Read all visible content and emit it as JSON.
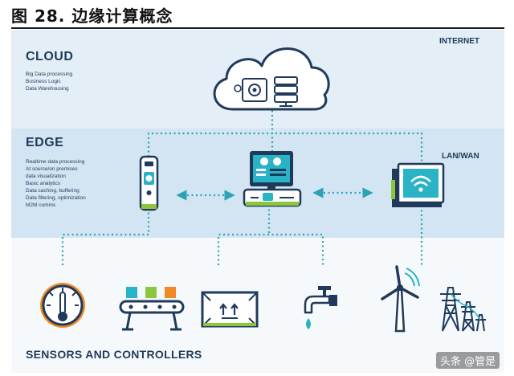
{
  "title": "图 28. 边缘计算概念",
  "labels": {
    "internet": "INTERNET",
    "cloud": "CLOUD",
    "edge": "EDGE",
    "lanwan": "LAN/WAN",
    "sensors": "SENSORS AND CONTROLLERS"
  },
  "cloud_items": [
    "Big Data processing",
    "Business Logic",
    "Data Warehousing"
  ],
  "edge_items": [
    "Realtime data processing",
    "At source/on premises",
    "data visualization",
    "Basic analytics",
    "Data caching, buffering",
    "Data filtering, optimization",
    "M2M comms"
  ],
  "watermark": "头条 @管是",
  "colors": {
    "dotted_line": "#2aa3b5",
    "navy": "#1f3a5a",
    "teal": "#2ab3c6",
    "green": "#8cc63e",
    "orange": "#f08a24",
    "yellow": "#f6c52f"
  },
  "icons": [
    "cloud-server-icon",
    "handheld-device-icon",
    "edge-computer-icon",
    "wireless-router-icon",
    "gauge-icon",
    "conveyor-icon",
    "package-icon",
    "faucet-icon",
    "wind-turbine-icon",
    "power-tower-icon"
  ]
}
